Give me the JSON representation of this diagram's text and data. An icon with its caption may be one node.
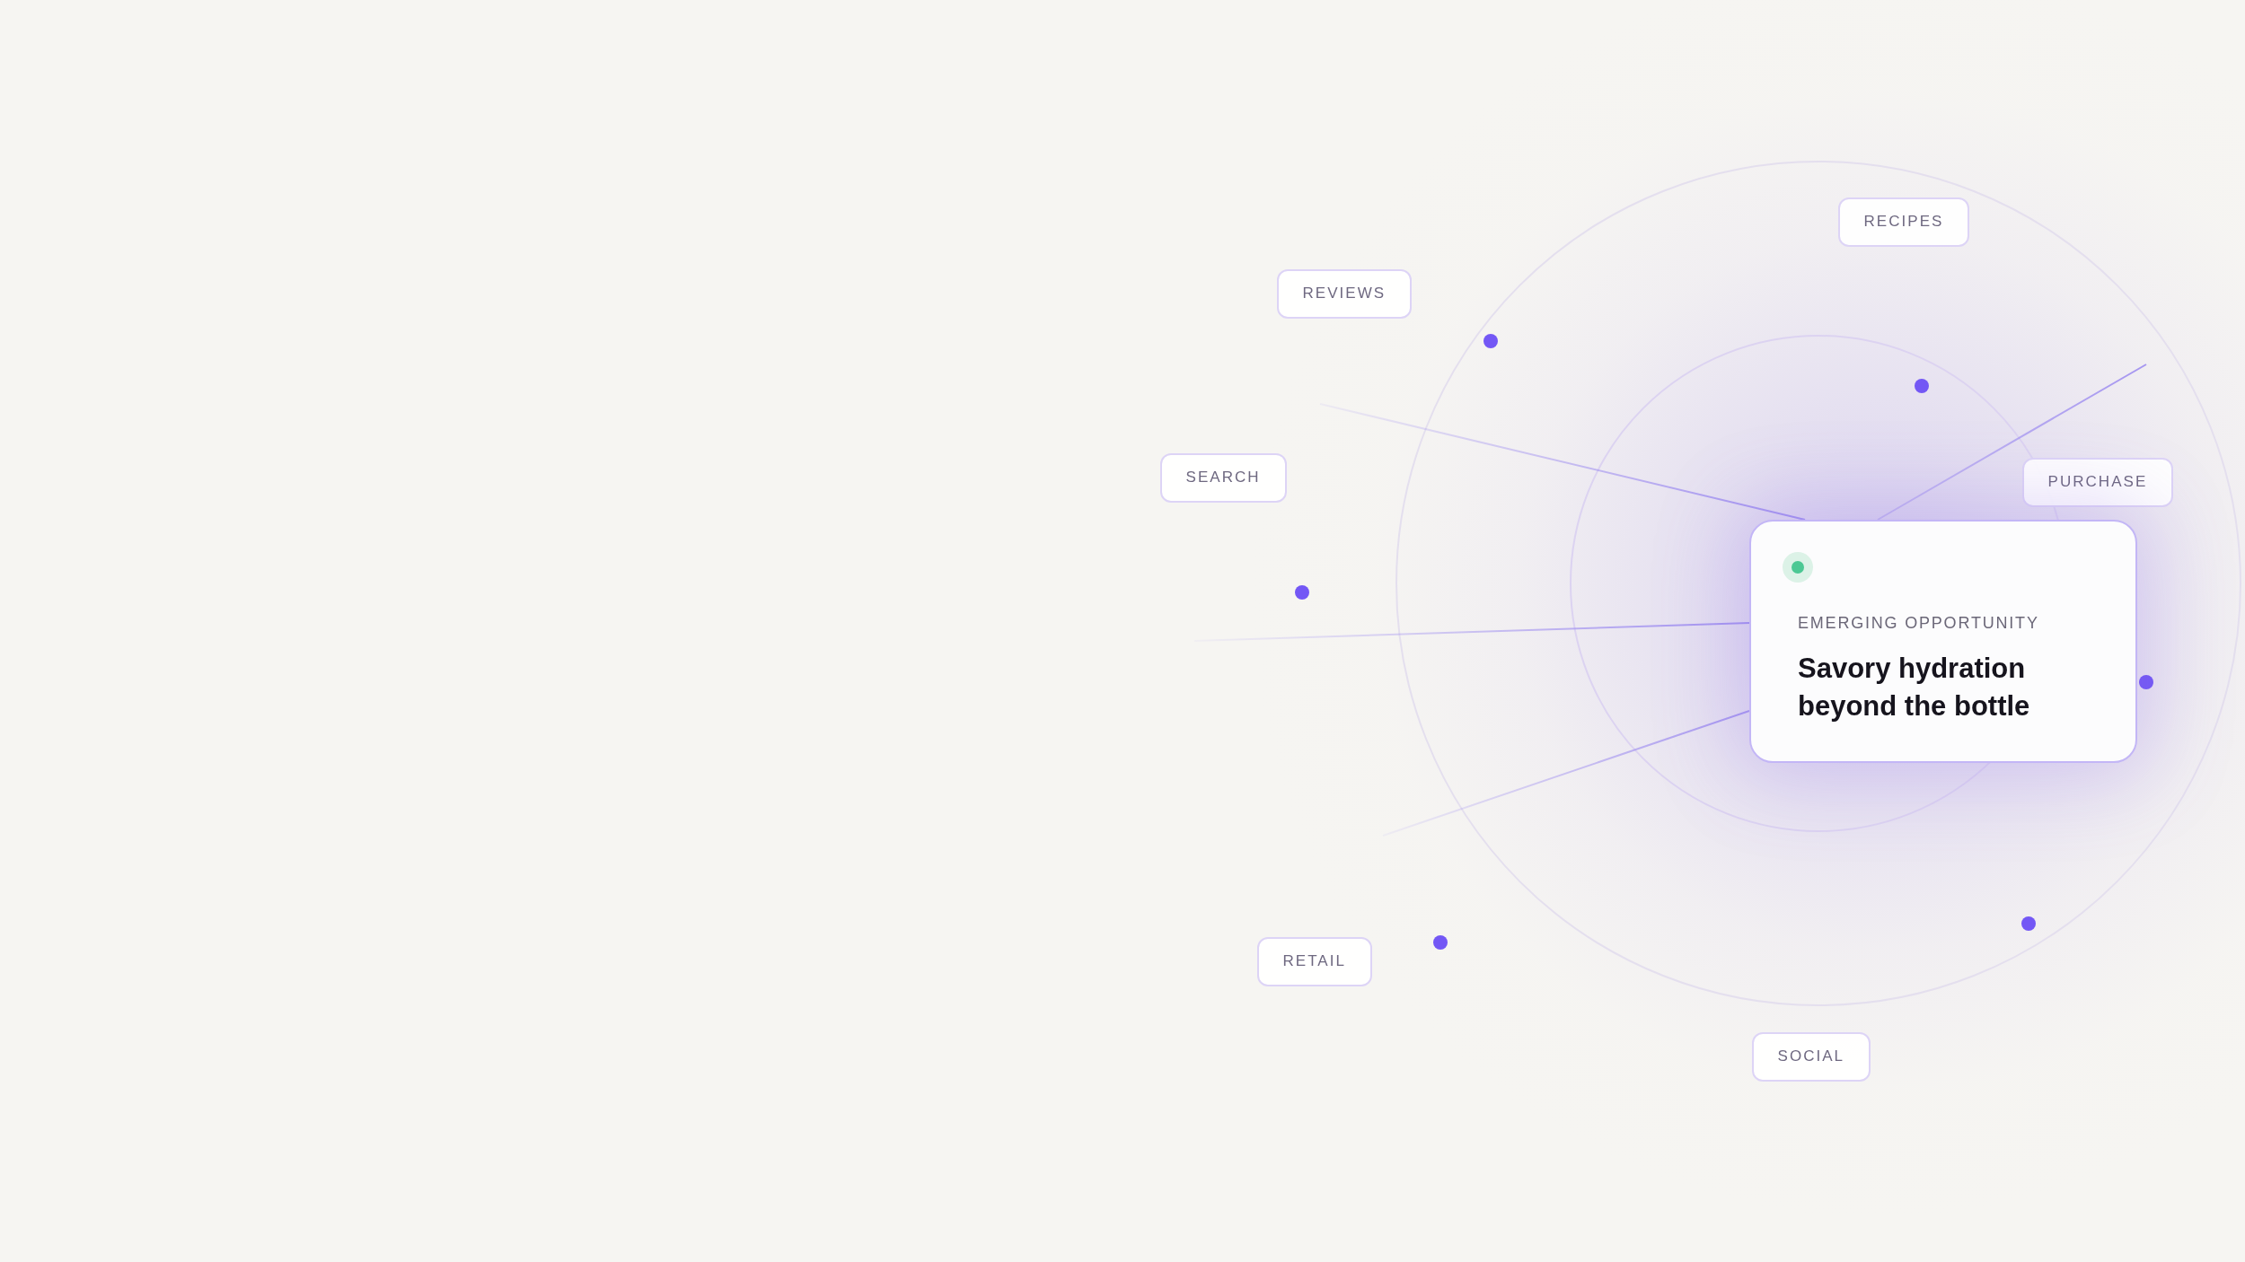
{
  "diagram": {
    "nodes": [
      {
        "text": [
          "RECIPES"
        ]
      },
      {
        "text": [
          "REVIEWS"
        ]
      },
      {
        "text": [
          "SEARCH"
        ]
      },
      {
        "text": [
          "PURCHASE"
        ]
      },
      {
        "text": [
          "EMERGING OPPORTUNITY",
          "Savory hydration beyond the bottle"
        ]
      },
      {
        "text": [
          "RETAIL"
        ]
      },
      {
        "text": [
          "SOCIAL"
        ]
      }
    ],
    "edges": [
      {
        "from": null,
        "to": 4,
        "arrow": "none"
      },
      {
        "from": null,
        "to": 4,
        "arrow": "none"
      },
      {
        "from": null,
        "to": 4,
        "arrow": "none"
      },
      {
        "from": null,
        "to": 4,
        "arrow": "none"
      }
    ]
  }
}
